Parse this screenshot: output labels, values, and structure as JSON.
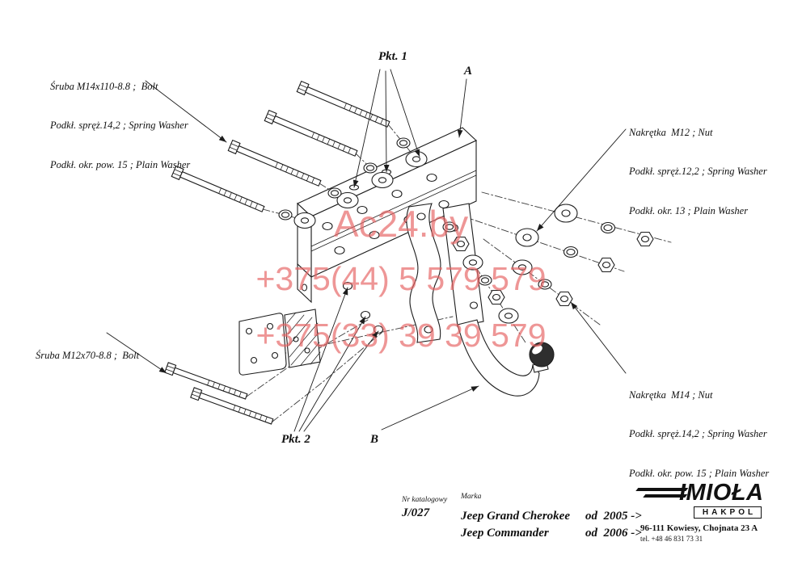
{
  "drawing": {
    "callouts": {
      "bolt_m14": {
        "lines": [
          "Śruba M14x110-8.8 ;  Bolt",
          "Podkł. spręż.14,2 ; Spring Washer",
          "Podkł. okr. pow. 15 ; Plain Washer"
        ]
      },
      "nut_m12": {
        "lines": [
          "Nakrętka  M12 ; Nut",
          "Podkł. spręż.12,2 ; Spring Washer",
          "Podkł. okr. 13 ; Plain Washer"
        ]
      },
      "bolt_m12": {
        "lines": [
          "Śruba M12x70-8.8 ;  Bolt"
        ]
      },
      "nut_m14": {
        "lines": [
          "Nakrętka  M14 ; Nut",
          "Podkł. spręż.14,2 ; Spring Washer",
          "Podkł. okr. pow. 15 ; Plain Washer"
        ]
      },
      "pkt1": "Pkt. 1",
      "pkt2": "Pkt. 2",
      "point_a": "A",
      "point_b": "B"
    }
  },
  "watermark": {
    "site": "Ac24.by",
    "phone1": "+375(44) 5 579 579",
    "phone2": "+375(33) 39 39 579",
    "color": "#e66464"
  },
  "footer": {
    "catalog_label": "Nr katalogowy",
    "catalog_number": "J/027",
    "brand_label": "Marka",
    "models": [
      {
        "name": "Jeep Grand Cherokee",
        "year": "od  2005 ->"
      },
      {
        "name": "Jeep Commander",
        "year": "od  2006 ->"
      }
    ],
    "logo_text": "IMIOŁA",
    "logo_sub": "HAKPOL",
    "address": "96-111 Kowiesy, Chojnata 23 A",
    "phone": "tel. +48 46 831 73 31"
  }
}
